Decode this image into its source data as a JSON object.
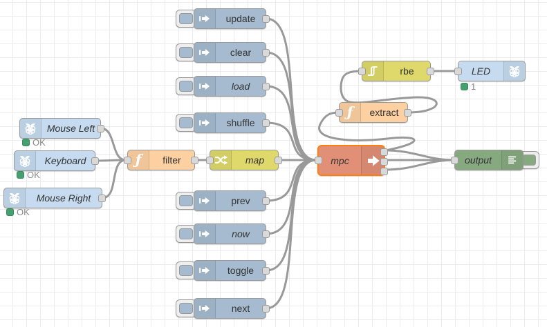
{
  "app": {
    "name": "Node-RED flow workspace"
  },
  "colors": {
    "inject": "#a6bbcf",
    "rpi": "#c6dbef",
    "func": "#fdd0a2",
    "switch_yellow": "#ded96a",
    "mpc": "#e18f77",
    "debug": "#87a980",
    "selected": "#ff7f0e",
    "wire": "#999999",
    "status_green": "#44a06e"
  },
  "nodes": [
    {
      "label": "update",
      "type": "inject"
    },
    {
      "label": "clear",
      "type": "inject"
    },
    {
      "label": "load",
      "type": "inject"
    },
    {
      "label": "shuffle",
      "type": "inject"
    },
    {
      "label": "prev",
      "type": "inject"
    },
    {
      "label": "now",
      "type": "inject"
    },
    {
      "label": "toggle",
      "type": "inject"
    },
    {
      "label": "next",
      "type": "inject"
    },
    {
      "label": "Mouse Left",
      "type": "rpi-input",
      "status": "OK"
    },
    {
      "label": "Keyboard",
      "type": "rpi-input",
      "status": "OK"
    },
    {
      "label": "Mouse Right",
      "type": "rpi-input",
      "status": "OK"
    },
    {
      "label": "filter",
      "type": "function"
    },
    {
      "label": "map",
      "type": "switch"
    },
    {
      "label": "mpc",
      "type": "mpc",
      "selected": true,
      "outputs": 3
    },
    {
      "label": "extract",
      "type": "function"
    },
    {
      "label": "rbe",
      "type": "rbe"
    },
    {
      "label": "LED",
      "type": "rpi-output",
      "status": "1"
    },
    {
      "label": "output",
      "type": "debug"
    }
  ],
  "connections": [
    "Mouse Left -> filter",
    "Keyboard -> filter",
    "Mouse Right -> filter",
    "filter -> map",
    "map -> mpc",
    "update -> mpc",
    "clear -> mpc",
    "load -> mpc",
    "shuffle -> mpc",
    "prev -> mpc",
    "now -> mpc",
    "toggle -> mpc",
    "next -> mpc",
    "mpc:1 -> extract",
    "mpc:1 -> output",
    "mpc:2 -> output",
    "mpc:3 -> output",
    "extract -> rbe",
    "rbe -> LED"
  ]
}
